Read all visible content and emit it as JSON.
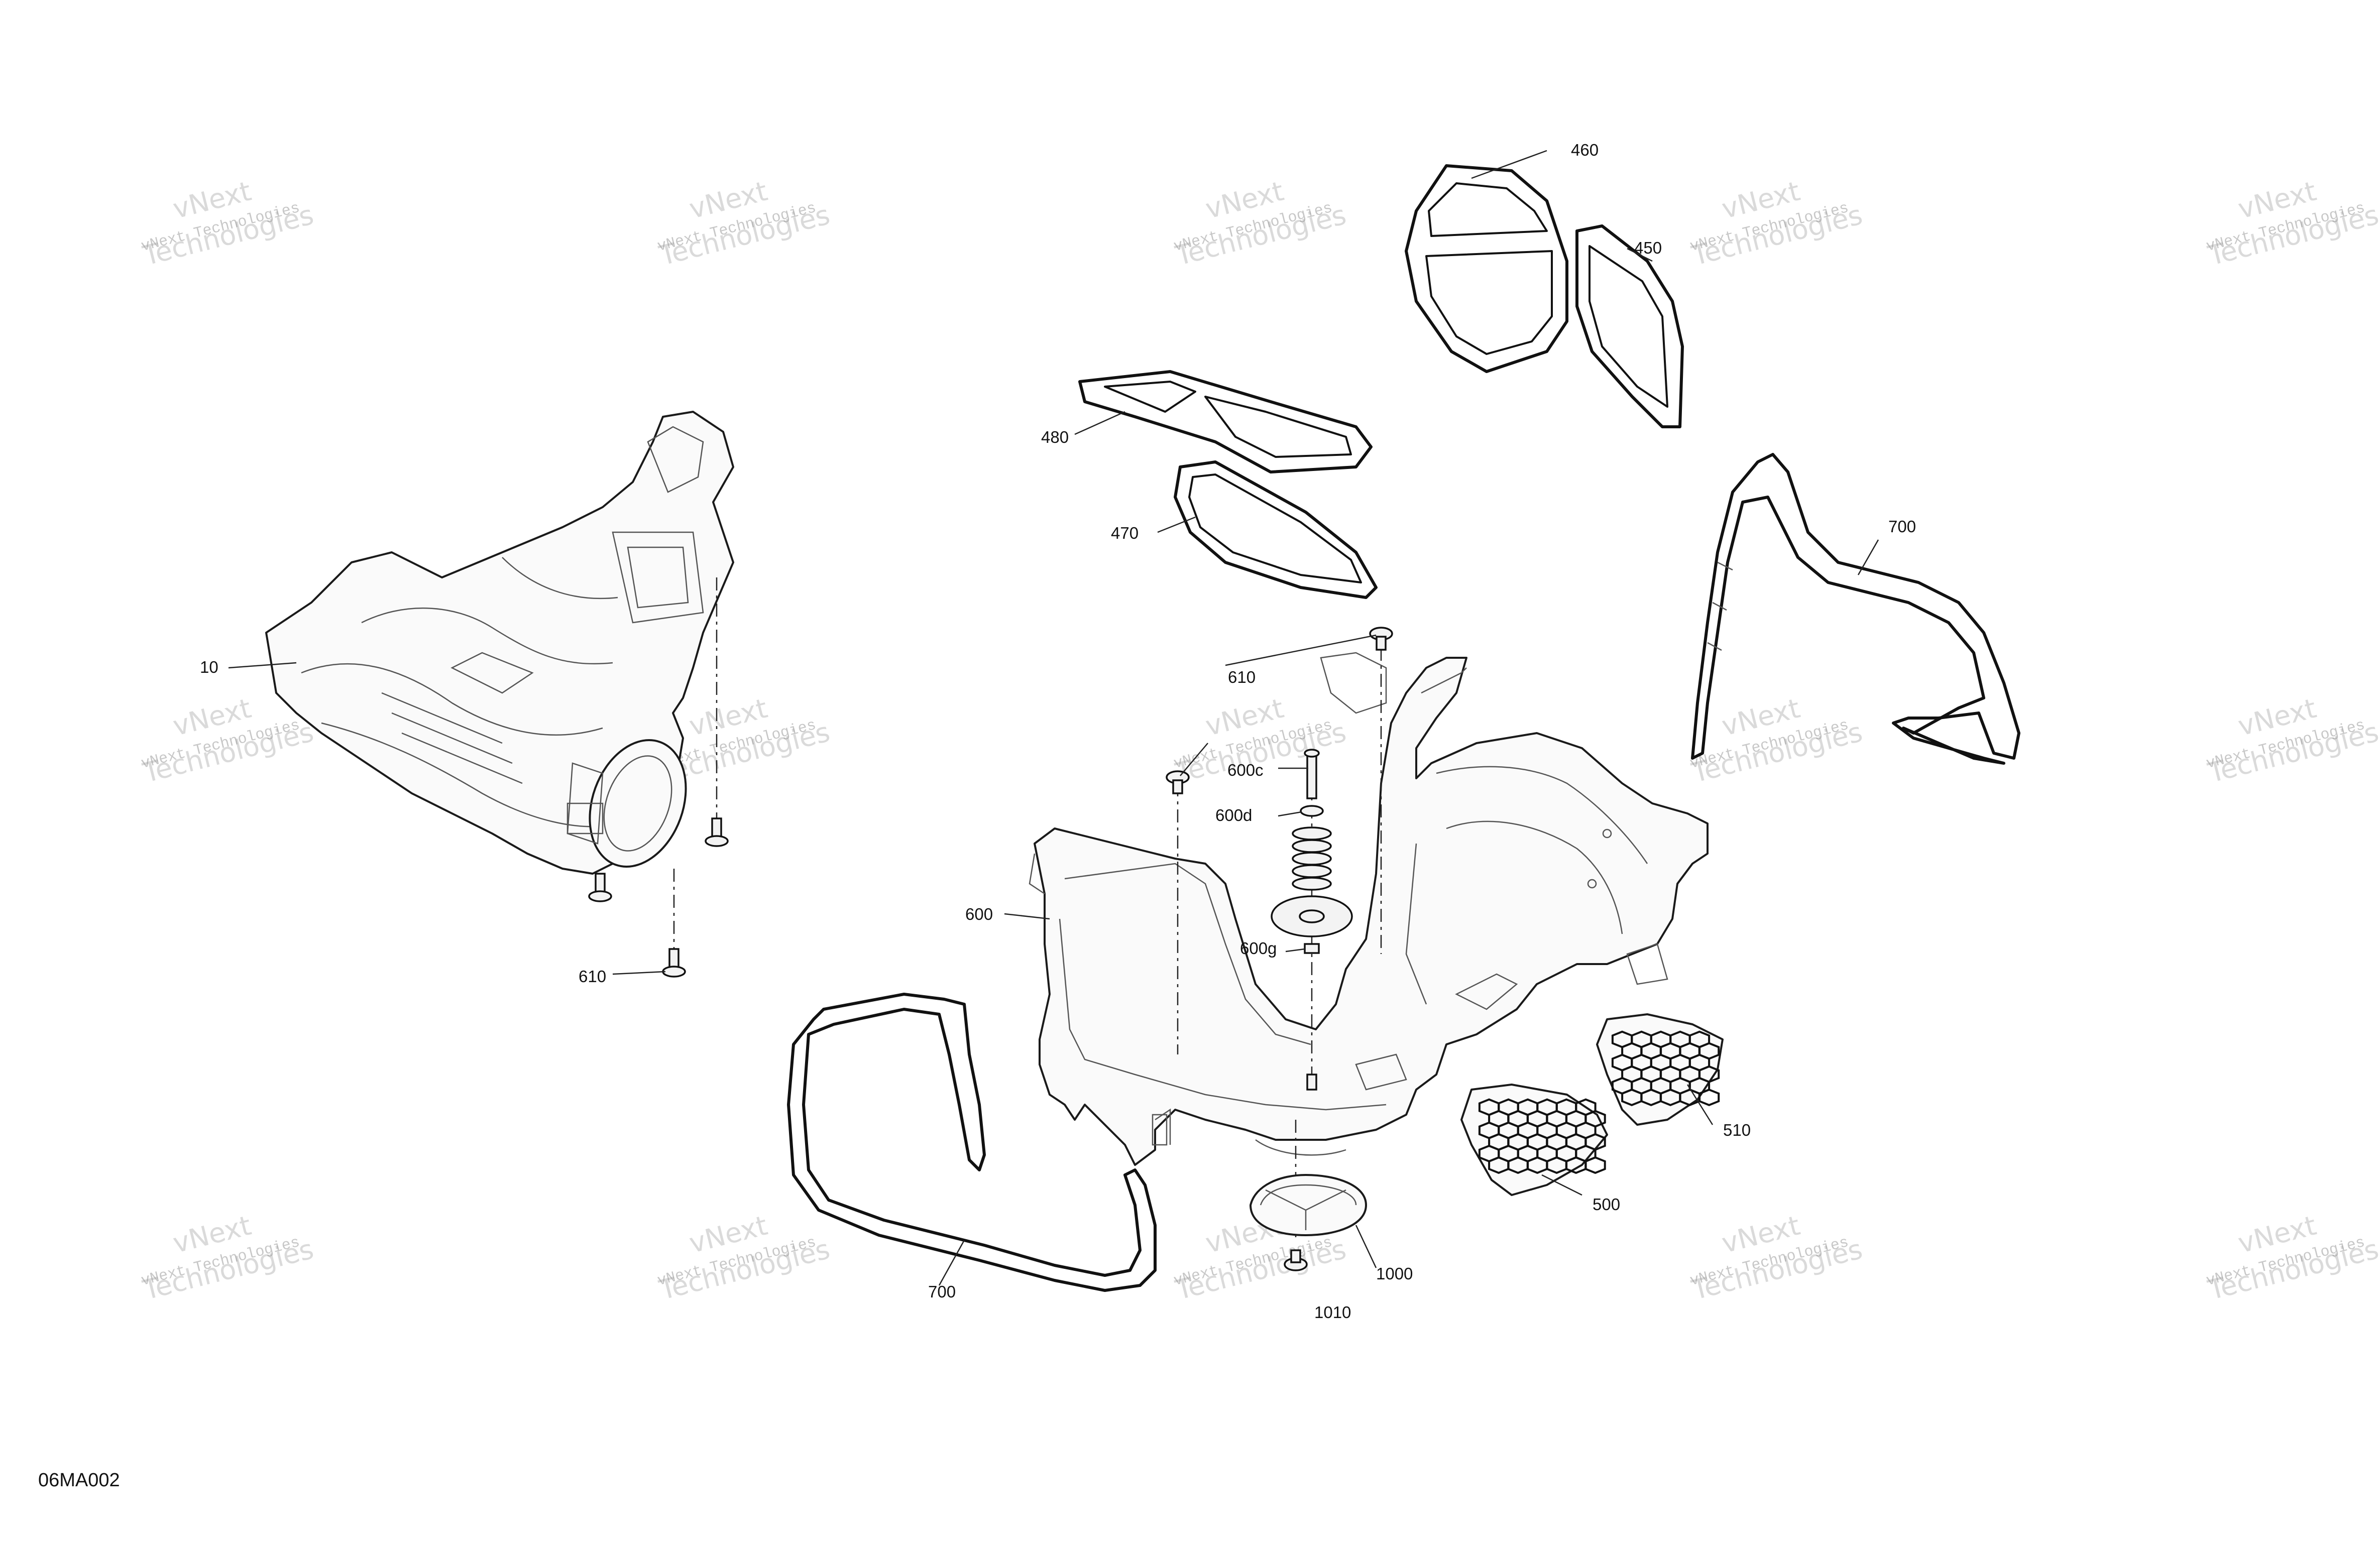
{
  "diagram": {
    "reference_code": "06MA002",
    "watermark": {
      "line1": "vNext",
      "line2": "Technologies",
      "small": "vNext Technologies"
    },
    "callouts": {
      "c10": "10",
      "c450": "450",
      "c460": "460",
      "c470": "470",
      "c480": "480",
      "c500": "500",
      "c510": "510",
      "c600": "600",
      "c600c": "600c",
      "c600d": "600d",
      "c600g": "600g",
      "c610_left": "610",
      "c610_center": "610",
      "c700_right": "700",
      "c700_left": "700",
      "c1000": "1000",
      "c1010": "1010"
    }
  }
}
